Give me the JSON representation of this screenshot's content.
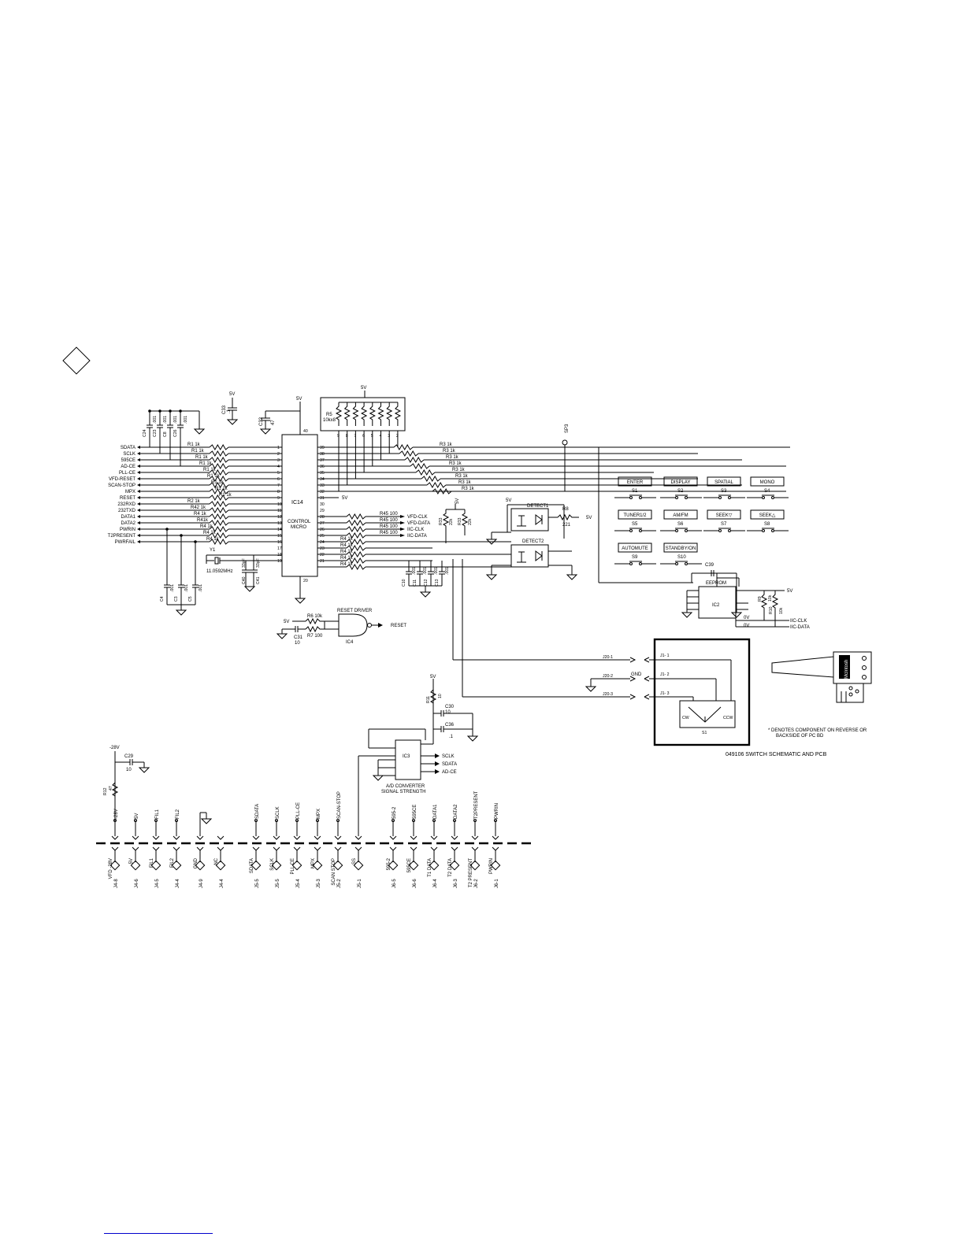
{
  "ic14": {
    "name": "IC14",
    "line1": "CONTROL",
    "line2": "MICRO",
    "pin_top": "40",
    "pin_bottom": "20"
  },
  "supply": {
    "five_v": "5V",
    "minus28": "-28V"
  },
  "left_signals": [
    "SDATA",
    "SCLK",
    "595CE",
    "AD-CE",
    "PLL-CE",
    "VFD-RESET",
    "SCAN-STOP",
    "MPX",
    "RESET",
    "232RXD",
    "232TXD",
    "DATA1",
    "DATA2",
    "PWRIN",
    "T2PRESENT",
    "PWRFAIL"
  ],
  "left_resistors": [
    "R1 1k",
    "R1 1k",
    "R1 1k",
    "R1 1k",
    "R1 1k",
    "R1 1k",
    "R1 1k",
    "R1 1k",
    "R1 1k",
    "R2 1k",
    "R42 1k",
    "R4 1k",
    "R41k",
    "R4 1k",
    "R4 1k",
    "R4 1k"
  ],
  "left_pins": [
    "1",
    "2",
    "3",
    "4",
    "5",
    "6",
    "7",
    "8",
    "9",
    "10",
    "11",
    "12",
    "13",
    "14",
    "15",
    "16",
    "17",
    "18",
    "19"
  ],
  "right_pins": [
    "39",
    "38",
    "37",
    "36",
    "35",
    "34",
    "33",
    "32",
    "31",
    "30",
    "29",
    "28",
    "27",
    "26",
    "25",
    "24",
    "23",
    "22",
    "21"
  ],
  "right_resistors": [
    "R3 1k",
    "R3 1k",
    "R3 1k",
    "R3 1k",
    "R3 1k",
    "R3 1k",
    "R3 1k",
    "R3 1k"
  ],
  "right_bus": {
    "r45_1": "R45 100",
    "r45_2": "R45 100",
    "r45_3": "R45 100",
    "r45_4": "R45 100",
    "vfd_clk": "VFD-CLK",
    "vfd_data": "VFD-DATA",
    "iic_clk": "IIC-CLK",
    "iic_data": "IIC-DATA",
    "r4": "R4 1k"
  },
  "caps_top": [
    "C24",
    "C23",
    "C8",
    "C26",
    ".001",
    ".001",
    ".001",
    ".001"
  ],
  "caps_bottom": [
    "C4",
    ".001",
    "C3",
    ".001",
    "C5",
    ".001"
  ],
  "c33": {
    "name": "C33",
    "val": ".1"
  },
  "c32": {
    "name": "C32",
    "val": "47"
  },
  "crystal": {
    "name": "Y1",
    "freq": "11.0592MHz",
    "c1": "C40",
    "c2": "C41",
    "v1": "33pF",
    "v2": "33pF"
  },
  "rnet": {
    "name": "R5",
    "val": "10kx8"
  },
  "sp3": "SP3",
  "r8": {
    "name": "R8",
    "val": "221"
  },
  "detect": {
    "d1": "DETECT1",
    "d2": "DETECT2"
  },
  "r33": {
    "a": "R33",
    "b": "R33",
    "va": "22k",
    "vb": "22k"
  },
  "caps_mid": [
    "C10",
    ".001",
    "C11",
    ".001",
    "C12",
    ".001",
    "C13",
    ".001"
  ],
  "switches": [
    {
      "key": "ENTER",
      "sw": "S1"
    },
    {
      "key": "DISPLAY",
      "sw": "S2"
    },
    {
      "key": "SPATIAL",
      "sw": "S3"
    },
    {
      "key": "MONO",
      "sw": "S4"
    },
    {
      "key": "TUNER1/2",
      "sw": "S5"
    },
    {
      "key": "AM/FM",
      "sw": "S6"
    },
    {
      "key": "SEEK▽",
      "sw": "S7"
    },
    {
      "key": "SEEK△",
      "sw": "S8"
    },
    {
      "key": "AUTOMUTE",
      "sw": "S9"
    },
    {
      "key": "STANDBY/ON",
      "sw": "S10"
    }
  ],
  "eeprom": {
    "title": "EEPROM",
    "name": "IC2",
    "c": "C39",
    ".1": ".1",
    "r9": "R9",
    "r10": "R10",
    "v9": "10k",
    "v10": "10k",
    "ov1": "0V",
    "ov2": "0V",
    "clk": "IIC-CLK",
    "data": "IIC-DATA",
    "five": "5V"
  },
  "reset_driver": {
    "title": "RESET DRIVER",
    "r6": "R6 10k",
    "r7": "R7 100",
    "c31": "C31",
    "c31v": "10",
    "ic": "IC4",
    "out": "RESET",
    "five": "5V"
  },
  "j20": {
    "l1": "J20-1",
    "l2": "J20-2",
    "l3": "J20-3",
    "gnd": "GND",
    "j1": "J1- 1",
    "j2": "J1- 2",
    "j3": "J1- 3",
    "s1": "S1",
    "cw": "CW",
    "ccw": "CCW"
  },
  "switch_caption": "049106 SWITCH SCHEMATIC AND PCB",
  "note": [
    "* DENOTES COMPONENT ON REVERSE OR",
    "BACKSIDE OF PC BD"
  ],
  "adc": {
    "ic": "IC3",
    "title": "A/D CONVERTER",
    "sub": "SIGNAL STRENGTH",
    "sclk": "SCLK",
    "sdata": "SDATA",
    "adce": "AD-CE",
    "r11": "R11",
    "r11v": "10",
    "c30": "C30",
    "c30v": "10",
    "c36": "C36",
    "c36v": ".1"
  },
  "c29": {
    "name": "C29",
    "val": "10"
  },
  "r12": {
    "name": "R12",
    "val": "47"
  },
  "connectors": [
    {
      "top": "-28V",
      "bot": "VFD -28V",
      "ref": "J4-8"
    },
    {
      "top": "5V",
      "bot": "5V",
      "ref": "J4-6"
    },
    {
      "top": "FIL1",
      "bot": "FIL1",
      "ref": "J4-5"
    },
    {
      "top": "FIL2",
      "bot": "FIL2",
      "ref": "J4-4"
    },
    {
      "top": "",
      "bot": "GND",
      "ref": "J4-9"
    },
    {
      "top": "",
      "bot": "NC",
      "ref": "J4-4"
    },
    {
      "top": "SDATA",
      "bot": "SDATA",
      "ref": "J5-5"
    },
    {
      "top": "SCLK",
      "bot": "SCLK",
      "ref": "J5-5"
    },
    {
      "top": "PLL-CE",
      "bot": "PLL CE",
      "ref": "J5-4"
    },
    {
      "top": "MPX",
      "bot": "MPX",
      "ref": "J5-3"
    },
    {
      "top": "SCAN-STOP",
      "bot": "SCAN STOP",
      "ref": "J5-2"
    },
    {
      "top": "",
      "bot": "SS",
      "ref": "J5-1"
    },
    {
      "top": "595-2",
      "bot": "595-2",
      "ref": "J6-5"
    },
    {
      "top": "595CE",
      "bot": "595CE",
      "ref": "J6-6"
    },
    {
      "top": "DATA1",
      "bot": "T1 DATA",
      "ref": "J6-4"
    },
    {
      "top": "DATA2",
      "bot": "T2 DATA",
      "ref": "J6-3"
    },
    {
      "top": "T2PRESENT",
      "bot": "T2 PRESENT",
      "ref": "J6-2"
    },
    {
      "top": "PWRIN",
      "bot": "PWRIN",
      "ref": "J6-1"
    }
  ],
  "pcb_logo": "McIntosh"
}
